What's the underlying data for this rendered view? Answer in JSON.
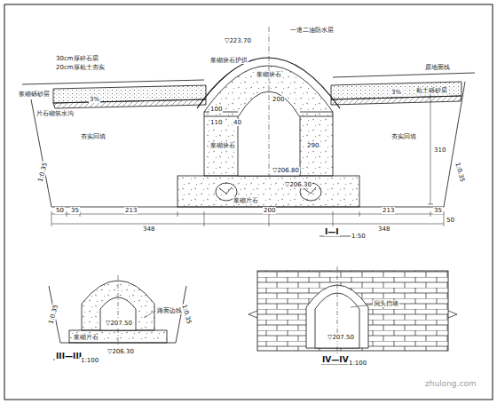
{
  "diagram": {
    "labels": [
      "30cm厚碎石层",
      "20cm厚粘土夯实",
      "浆砌砾砂层",
      "片石砌筑水沟",
      "▽223.70",
      "一道二油防水层",
      "原地面线",
      "浆砌块石护拱",
      "浆砌块石",
      "粘土砾砂层",
      "3%",
      "3%",
      "夯实回填",
      "夯实回填",
      "浆砌块石",
      "100",
      "110",
      "40",
      "200",
      "290",
      "310",
      "1:0.35",
      "1:0.35",
      "▽206.80",
      "▽206.30",
      "浆砌片石",
      "50",
      "35",
      "213",
      "200",
      "213",
      "35",
      "50",
      "348",
      "348",
      "I—I",
      "1:50",
      "▽207.50",
      "▽206.30",
      "浆砌片石",
      "路面边线",
      "1:0.35",
      "1:0.35",
      "III—III",
      "1:100",
      "洞头挡墙",
      "▽207.50",
      "IV—IV",
      "1:100",
      "zhulong.com"
    ]
  }
}
